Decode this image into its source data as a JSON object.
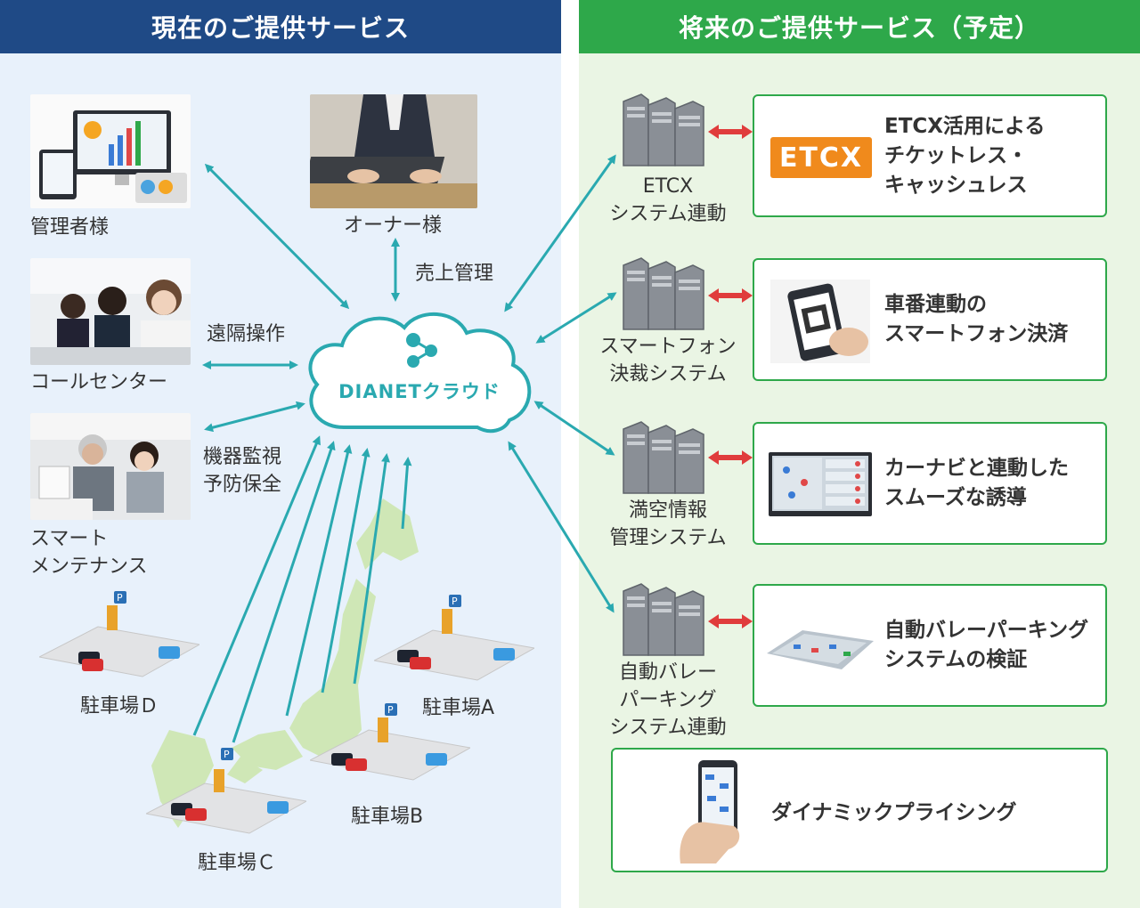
{
  "colors": {
    "left_header": "#1f4a86",
    "right_header": "#2ea84a",
    "arrow": "#2aa9b0",
    "red_arrow": "#e03c3c"
  },
  "left": {
    "header": "現在のご提供サービス",
    "manager_label": "管理者様",
    "owner_label": "オーナー様",
    "sales_label": "売上管理",
    "callcenter_label": "コールセンター",
    "remote_label": "遠隔操作",
    "maintenance_label": "スマート\nメンテナンス",
    "monitor_label": "機器監視\n予防保全",
    "cloud_label": "DIANETクラウド",
    "lot_d": "駐車場Ｄ",
    "lot_a": "駐車場A",
    "lot_b": "駐車場B",
    "lot_c": "駐車場Ｃ"
  },
  "right": {
    "header": "将来のご提供サービス（予定）",
    "systems": [
      {
        "label": "ETCX\nシステム連動",
        "service": "ETCX活用による\nチケットレス・\nキャッシュレス",
        "logo": "ETCX"
      },
      {
        "label": "スマートフォン\n決裁システム",
        "service": "車番連動の\nスマートフォン決済"
      },
      {
        "label": "満空情報\n管理システム",
        "service": "カーナビと連動した\nスムーズな誘導"
      },
      {
        "label": "自動バレー\nパーキング\nシステム連動",
        "service": "自動バレーパーキング\nシステムの検証"
      }
    ],
    "dynamic": "ダイナミックプライシング"
  }
}
